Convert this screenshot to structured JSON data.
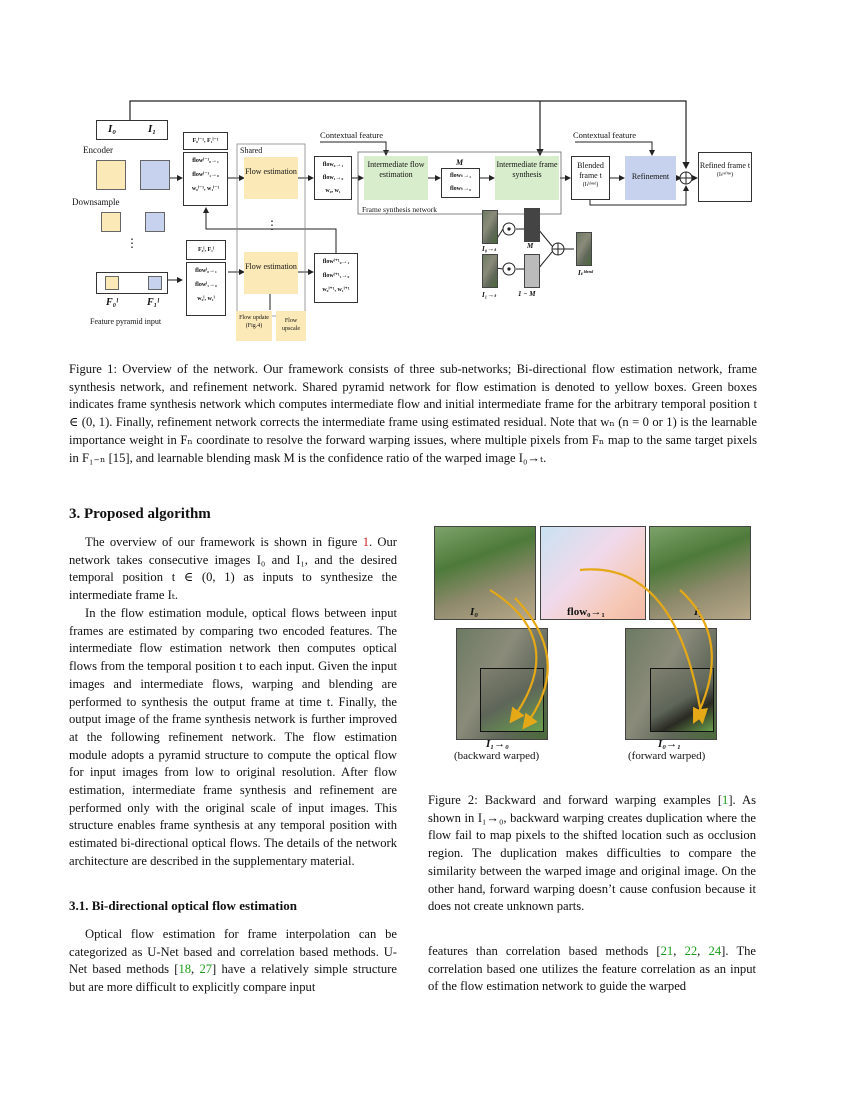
{
  "figure1": {
    "inputs": {
      "i0": "I₀",
      "i1": "I₁"
    },
    "encoder_label": "Encoder",
    "downsample_label": "Downsample",
    "dots": "⋮",
    "pyramid_f0": "F₀ˡ",
    "pyramid_f1": "F₁ˡ",
    "feature_pyramid_label": "Feature pyramid input",
    "top_feat": "F₀ˡ⁻¹, F₁ˡ⁻¹",
    "top_flows": [
      "flowˡ⁻¹₀→₁",
      "flowˡ⁻¹₁→₀",
      "w₀ˡ⁻¹, w₁ˡ⁻¹"
    ],
    "bottom_feat": "F₀ˡ, F₁ˡ",
    "bottom_flows": [
      "flowˡ₀→₁",
      "flowˡ₁→₀",
      "w₀ˡ, w₁ˡ"
    ],
    "shared_label": "Shared",
    "flow_estimation": "Flow estimation",
    "flow_update": "Flow update (Fig.4)",
    "flow_upscale": "Flow upscale",
    "out_top": [
      "flow₀→₁",
      "flow₁→₀",
      "w₀, w₁"
    ],
    "out_bottom": [
      "flowˡ⁺¹₀→₁",
      "flowˡ⁺¹₁→₀",
      "w₀ˡ⁺¹, w₁ˡ⁺¹"
    ],
    "contextual_feature_1": "Contextual feature",
    "contextual_feature_2": "Contextual feature",
    "intermediate_flow": "Intermediate flow estimation",
    "m_label": "M",
    "mid_flows": [
      "flowₜ→₁",
      "flowₜ→₀"
    ],
    "intermediate_synthesis": "Intermediate frame synthesis",
    "frame_synthesis_network": "Frame synthesis network",
    "blended": "Blended frame t",
    "blended_sym": "(Iₜᵇˡᵉⁿᵈ)",
    "refinement": "Refinement",
    "refined": "Refined frame t",
    "refined_sym": "(Iₜʳᵉᶠⁱⁿᵉ)",
    "warp_labels": [
      "I₀→ₜ",
      "I₁→ₜ",
      "M",
      "1 − M",
      "Iₜᵇˡᵉⁿᵈ"
    ]
  },
  "caption1": "Figure 1: Overview of the network. Our framework consists of three sub-networks; Bi-directional flow estimation network, frame synthesis network, and refinement network. Shared pyramid network for flow estimation is denoted to yellow boxes. Green boxes indicates frame synthesis network which computes intermediate flow and initial intermediate frame for the arbitrary temporal position t ∈ (0, 1). Finally, refinement network corrects the intermediate frame using estimated residual. Note that wₙ (n = 0 or 1) is the learnable importance weight in Fₙ coordinate to resolve the forward warping issues, where multiple pixels from Fₙ map to the same target pixels in F₁₋ₙ [15], and learnable blending mask M is the confidence ratio of the warped image I₀→ₜ.",
  "section3_heading": "3. Proposed algorithm",
  "para1_a": "The overview of our framework is shown in figure ",
  "para1_ref": "1",
  "para1_b": ". Our network takes consecutive images I₀ and I₁, and the desired temporal position t ∈ (0, 1) as inputs to synthesize the intermediate frame Iₜ.",
  "para2": "In the flow estimation module, optical flows between input frames are estimated by comparing two encoded features. The intermediate flow estimation network then computes optical flows from the temporal position t to each input. Given the input images and intermediate flows, warping and blending are performed to synthesis the output frame at time t. Finally, the output image of the frame synthesis network is further improved at the following refinement network. The flow estimation module adopts a pyramid structure to compute the optical flow for input images from low to original resolution. After flow estimation, intermediate frame synthesis and refinement are performed only with the original scale of input images. This structure enables frame synthesis at any temporal position with estimated bi-directional optical flows. The details of the network architecture are described in the supplementary material.",
  "section31_heading": "3.1. Bi-directional optical flow estimation",
  "para3_a": "Optical flow estimation for frame interpolation can be categorized as U-Net based and correlation based methods. U-Net based methods [",
  "para3_r1": "18",
  "para3_r2": "27",
  "para3_b": "] have a relatively simple structure but are more difficult to explicitly compare input",
  "figure2": {
    "labels": [
      "I₀",
      "flow₀→₁",
      "I₁"
    ],
    "warp_left": "I₁→₀",
    "warp_left_sub": "(backward warped)",
    "warp_right": "I₀→₁",
    "warp_right_sub": "(forward warped)"
  },
  "caption2_a": "Figure 2: Backward and forward warping examples [",
  "caption2_ref": "1",
  "caption2_b": "]. As shown in I₁→₀, backward warping creates duplication where the flow fail to map pixels to the shifted location such as occlusion region. The duplication makes difficulties to compare the similarity between the warped image and original image. On the other hand, forward warping doesn’t cause confusion because it does not create unknown parts.",
  "para4_a": "features than correlation based methods [",
  "para4_refs": [
    "21",
    "22",
    "24"
  ],
  "para4_b": "]. The correlation based one utilizes the feature correlation as an input of the flow estimation network to guide the warped",
  "colors": {
    "yellow": "#fbe9b7",
    "green": "#d8edcc",
    "blue": "#c7d3ee",
    "ref_green": "#1a9d1a",
    "ref_red": "#cc2222"
  }
}
